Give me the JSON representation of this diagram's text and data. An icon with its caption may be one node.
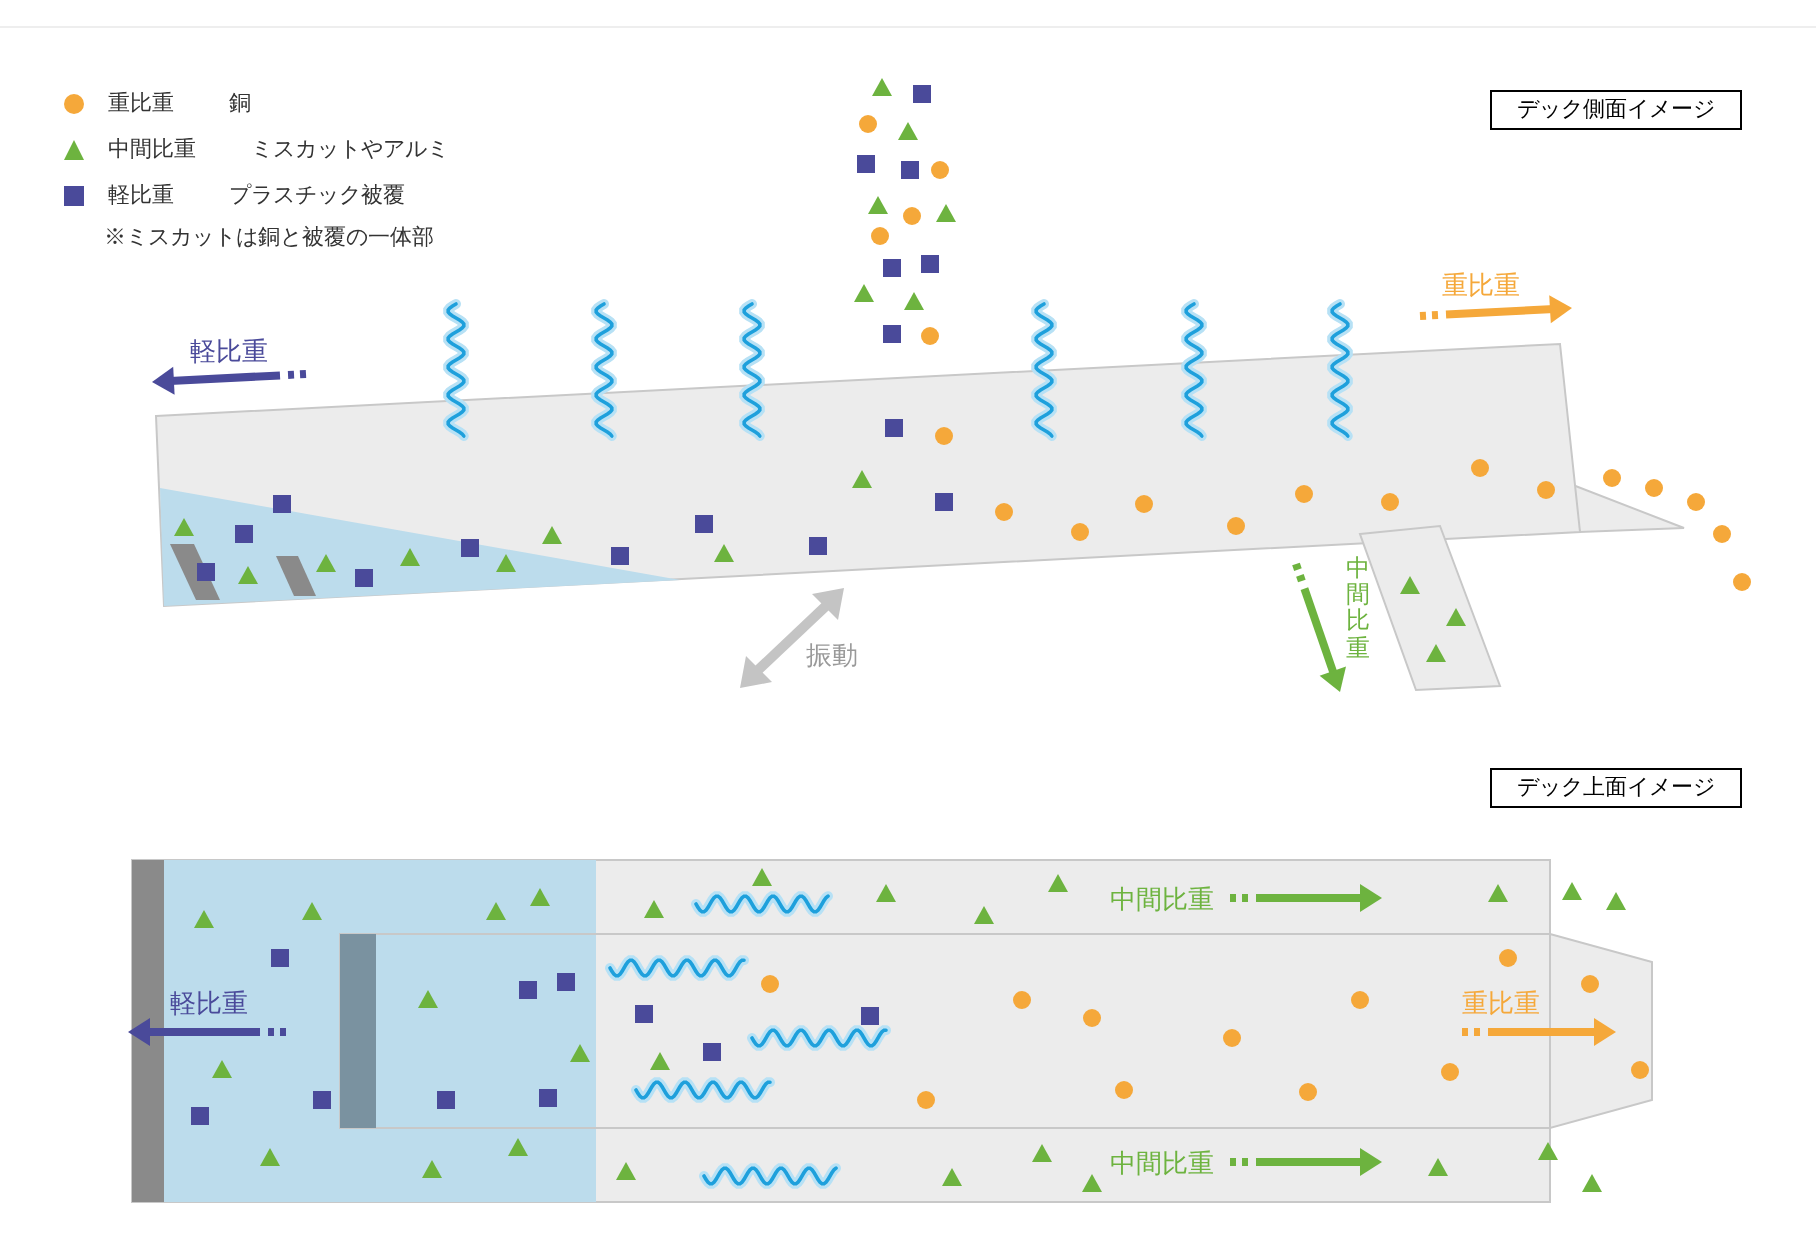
{
  "diagram": {
    "nodes": [
      {
        "text": [
          "デック側面イメージ"
        ]
      },
      {
        "text": [
          "デック上面イメージ"
        ]
      }
    ],
    "labels": [
      "※ミスカットは銅と被覆の一体部",
      "重比重",
      "軽比重",
      "中間比重",
      "振動",
      "中間比重",
      "軽比重",
      "重比重",
      "中間比重"
    ],
    "legend": [
      {
        "text": "重比重 銅",
        "color": "#f5a83a"
      },
      {
        "text": "中間比重 ミスカットやアルミ",
        "color": "#6db33f"
      },
      {
        "text": "軽比重 プラスチック被覆",
        "color": "#4a4a9a"
      }
    ]
  }
}
